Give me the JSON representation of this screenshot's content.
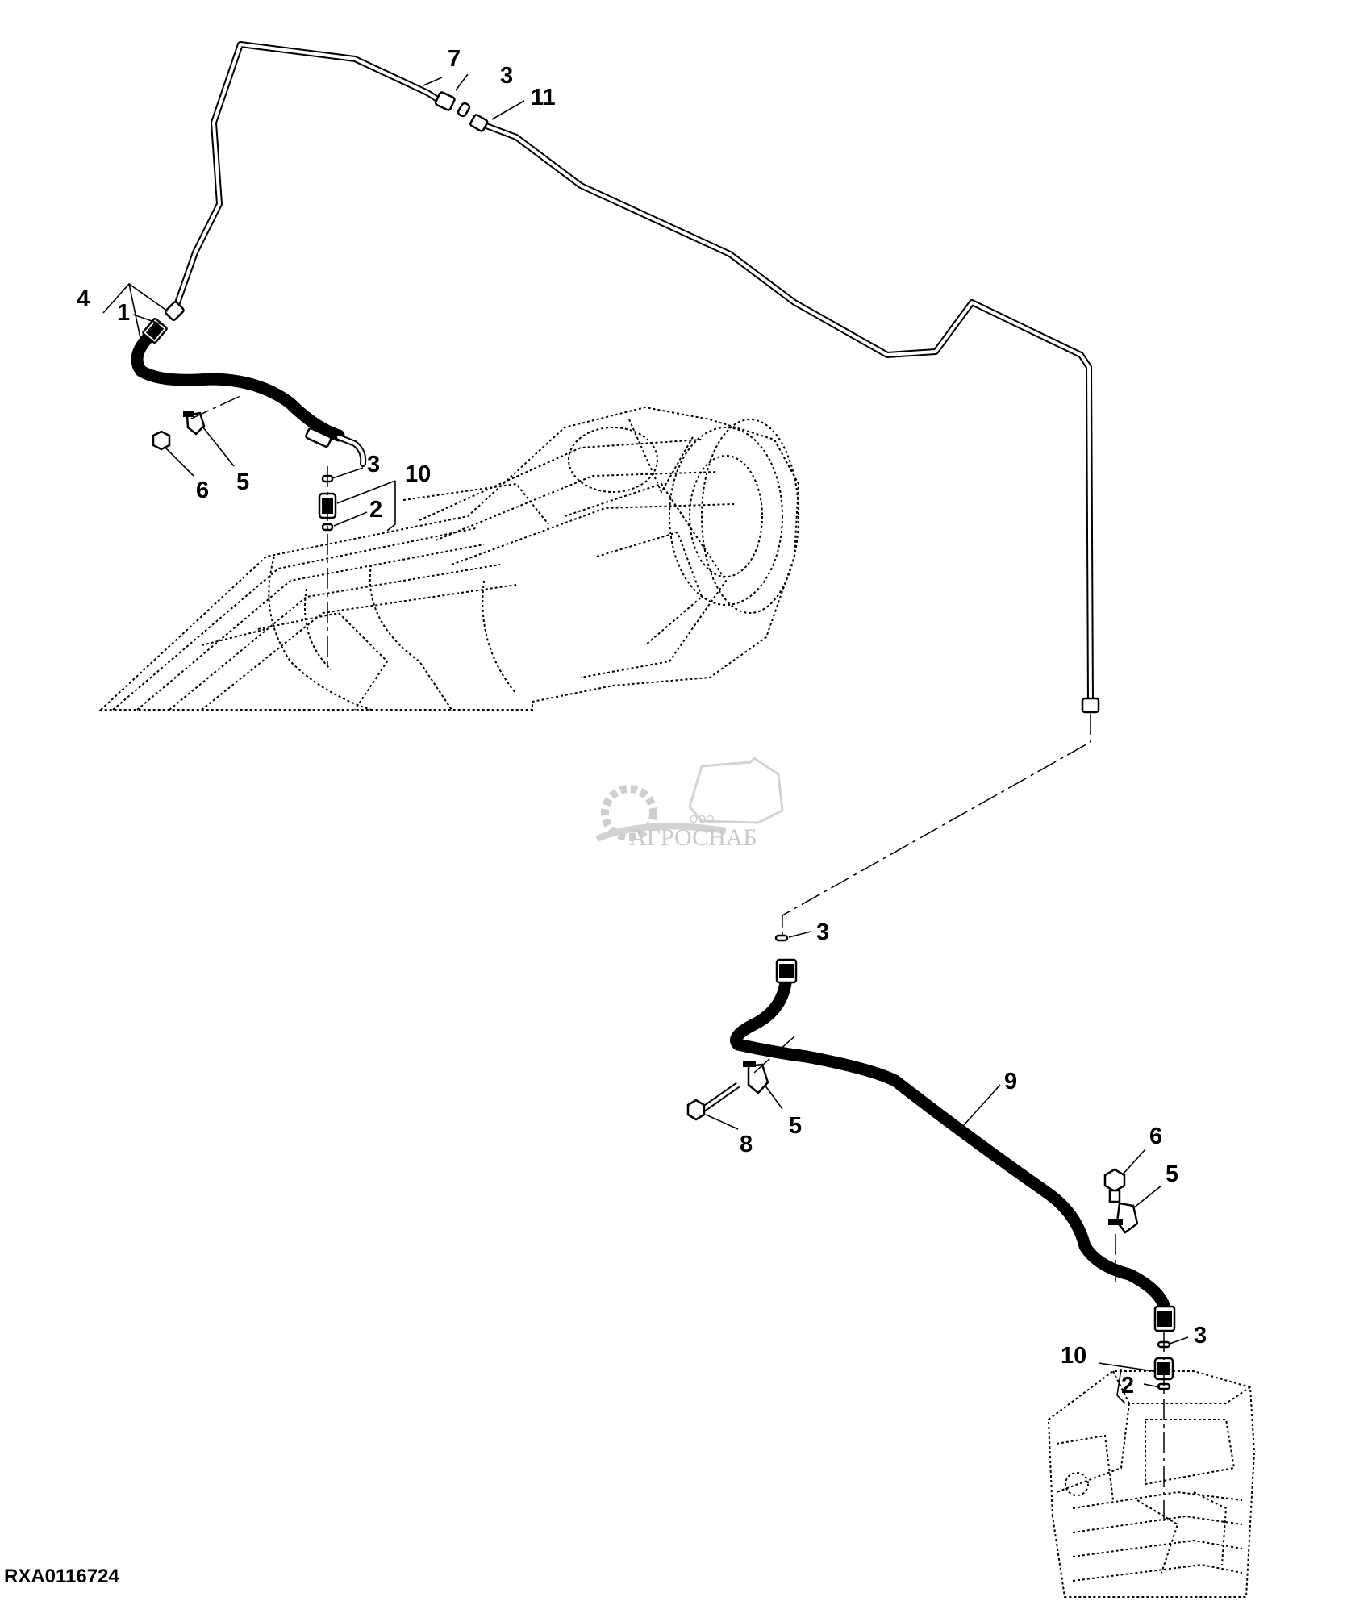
{
  "figure": {
    "reference_code": "RXA0116724"
  },
  "callouts": {
    "top_7": "7",
    "top_3": "3",
    "top_11": "11",
    "left_4": "4",
    "left_1": "1",
    "left_5": "5",
    "left_6": "6",
    "left_3": "3",
    "left_10": "10",
    "left_2": "2",
    "mid_3": "3",
    "mid_9": "9",
    "mid_5": "5",
    "mid_8": "8",
    "right_6": "6",
    "right_5": "5",
    "right_3": "3",
    "right_10": "10",
    "right_2": "2"
  },
  "watermark": {
    "brand": "АГРОСНАБ",
    "prefix": "ООО",
    "color": "#c4c4c4"
  }
}
